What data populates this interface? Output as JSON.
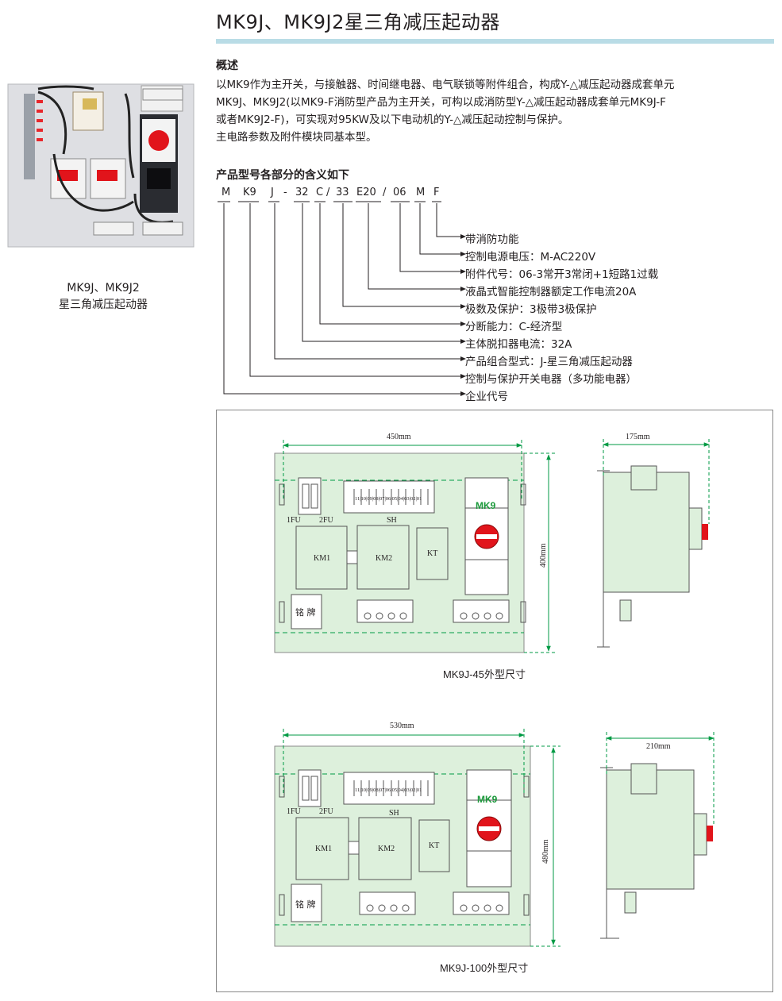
{
  "header": {
    "title": "MK9J、MK9J2星三角减压起动器"
  },
  "photo": {
    "caption_line1": "MK9J、MK9J2",
    "caption_line2": "星三角减压起动器"
  },
  "overview": {
    "heading": "概述",
    "lines": [
      "以MK9作为主开关，与接触器、时间继电器、电气联锁等附件组合，构成Y-△减压起动器成套单元",
      "MK9J、MK9J2(以MK9-F消防型产品为主开关，可构以成消防型Y-△减压起动器成套单元MK9J-F",
      "或者MK9J2-F)，可实现对95KW及以下电动机的Y-△减压起动控制与保护。",
      "主电路参数及附件模块同基本型。"
    ]
  },
  "model_code": {
    "heading": "产品型号各部分的含义如下",
    "parts": [
      "M",
      "K9",
      "J",
      "-",
      "32",
      "C",
      "/",
      "33",
      "E20",
      "/",
      "06",
      "M",
      "F"
    ],
    "meanings": [
      "带消防功能",
      "控制电源电压：M-AC220V",
      "附件代号：06-3常开3常闭+1短路1过载",
      "液晶式智能控制器额定工作电流20A",
      "极数及保护：3极带3极保护",
      "分断能力：C-经济型",
      "主体脱扣器电流：32A",
      "产品组合型式：J-星三角减压起动器",
      "控制与保护开关电器（多功能电器）",
      "企业代号"
    ]
  },
  "drawings": {
    "common": {
      "fu1": "1FU",
      "fu2": "2FU",
      "sh": "SH",
      "terminals": "11|10|09|08|07|06|05|04|03|02|01",
      "km1": "KM1",
      "km2": "KM2",
      "kt": "KT",
      "mk9": "MK9",
      "nameplate": "铭 牌"
    },
    "mk9j45": {
      "width": "450mm",
      "height": "400mm",
      "depth": "175mm",
      "caption": "MK9J-45外型尺寸"
    },
    "mk9j100": {
      "width": "530mm",
      "height": "480mm",
      "depth": "210mm",
      "caption": "MK9J-100外型尺寸"
    },
    "colors": {
      "panel": "#ddf0dc",
      "dim_line": "#009a44",
      "knob": "#e1141b",
      "mk9_text": "#1c9a3c"
    }
  }
}
